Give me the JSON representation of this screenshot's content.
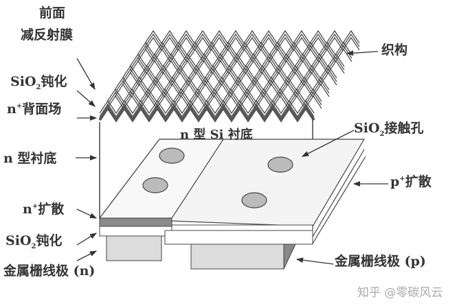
{
  "labels": {
    "front_top": "前面",
    "front_arc": "减反射膜",
    "sio2_top_main": "SiO",
    "sio2_top_sub": "2",
    "sio2_top_rest": "钝化",
    "nplus_bsf_main": "n",
    "nplus_bsf_sup": "+",
    "nplus_bsf_rest": "背面场",
    "n_substrate": "n 型衬底",
    "n_si_substrate": "n 型 Si 衬底",
    "texture": "织构",
    "sio2_contact_main": "SiO",
    "sio2_contact_sub": "2",
    "sio2_contact_rest": "接触孔",
    "pplus_main": "p",
    "pplus_sup": "+",
    "pplus_rest": "扩散",
    "nplus_diff_main": "n",
    "nplus_diff_sup": "+",
    "nplus_diff_rest": "扩散",
    "sio2_bottom_main": "SiO",
    "sio2_bottom_sub": "2",
    "sio2_bottom_rest": "钝化",
    "metal_n": "金属栅线极 (n)",
    "metal_p": "金属栅线极 (p)"
  },
  "watermark": "知乎 @零碳风云",
  "colors": {
    "line": "#333333",
    "dark_layer": "#6e6e6e",
    "light_layer": "#cfcfcf",
    "metal": "#d6d6d6"
  }
}
